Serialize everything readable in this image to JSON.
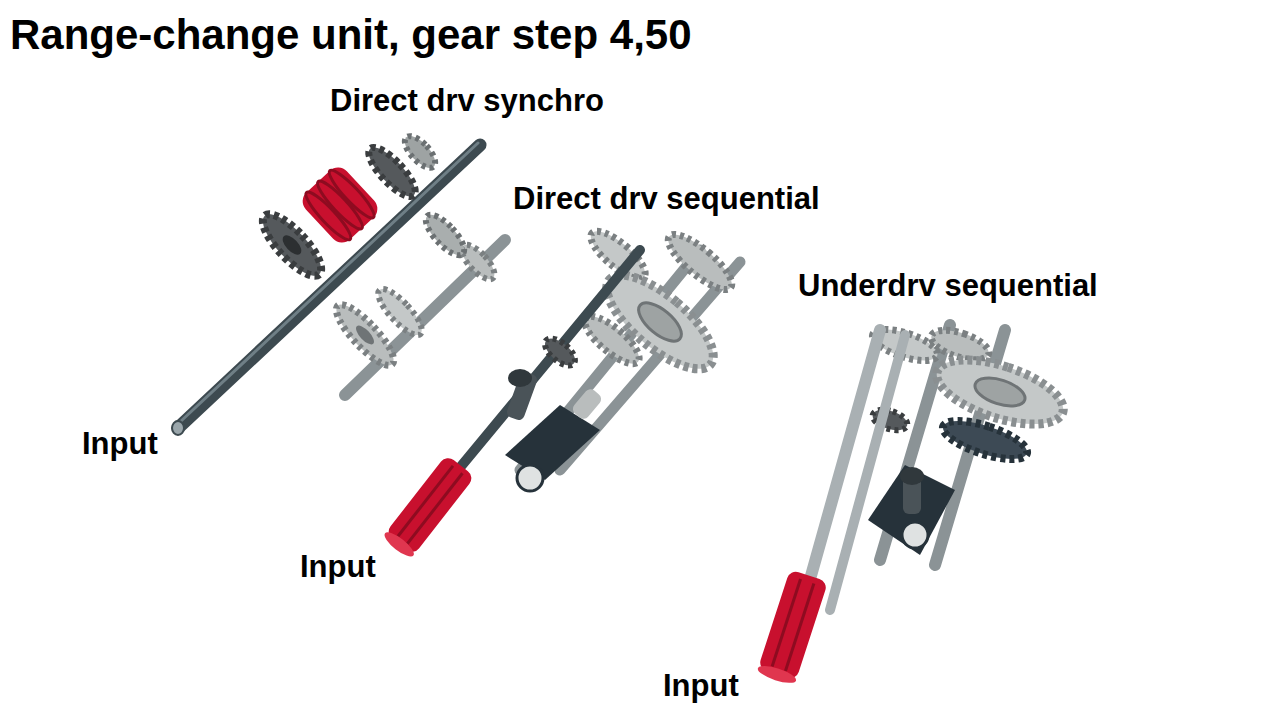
{
  "diagram": {
    "title": "Range-change unit, gear step 4,50",
    "labels": [
      "Direct drv synchro",
      "Direct drv sequential",
      "Underdrv sequential",
      "Input",
      "Input",
      "Input"
    ]
  }
}
